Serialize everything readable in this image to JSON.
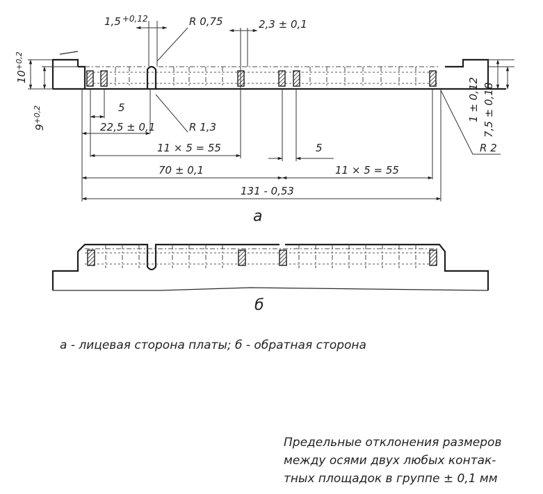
{
  "dimensions": {
    "d1": "1,5",
    "d1_tol": "+0,12",
    "radius1": "R 0,75",
    "pad_width": "2,3 ± 0,1",
    "height_left": "10",
    "height_left_tol": "+0,2",
    "height_left2": "9",
    "height_left2_tol": "+0,2",
    "pitch": "5",
    "offset": "22,5 ± 0,1",
    "radius2": "R 1,3",
    "span1": "11 × 5 = 55",
    "pitch2": "5",
    "center_dist": "70 ± 0,1",
    "span2": "11 × 5 = 55",
    "total": "131 - 0,53",
    "right_h1": "1 ± 0,12",
    "right_h2": "7,5 ± 0,18",
    "radius3": "R 2"
  },
  "view_a_label": "а",
  "view_b_label": "б",
  "caption": "а - лицевая сторона платы; б - обратная сторона",
  "note_lines": [
    "Предельные отклонения размеров",
    "между осями двух любых контак-",
    "тных площадок в группе ± 0,1 мм"
  ]
}
